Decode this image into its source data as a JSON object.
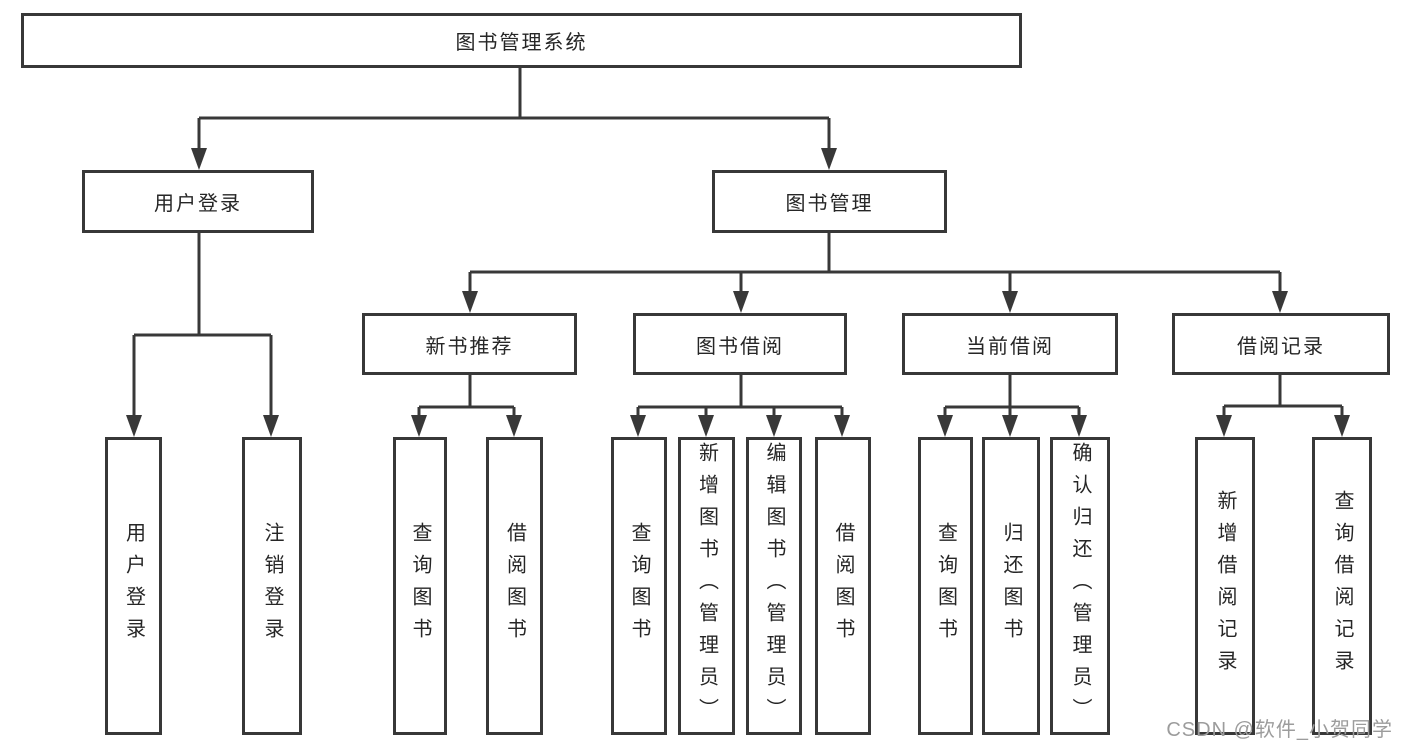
{
  "tree": {
    "label": "图书管理系统",
    "children": [
      {
        "label": "用户登录",
        "children": [
          {
            "label": "用户登录"
          },
          {
            "label": "注销登录"
          }
        ]
      },
      {
        "label": "图书管理",
        "children": [
          {
            "label": "新书推荐",
            "children": [
              {
                "label": "查询图书"
              },
              {
                "label": "借阅图书"
              }
            ]
          },
          {
            "label": "图书借阅",
            "children": [
              {
                "label": "查询图书"
              },
              {
                "label": "新增图书（管理员）"
              },
              {
                "label": "编辑图书（管理员）"
              },
              {
                "label": "借阅图书"
              }
            ]
          },
          {
            "label": "当前借阅",
            "children": [
              {
                "label": "查询图书"
              },
              {
                "label": "归还图书"
              },
              {
                "label": "确认归还（管理员）"
              }
            ]
          },
          {
            "label": "借阅记录",
            "children": [
              {
                "label": "新增借阅记录"
              },
              {
                "label": "查询借阅记录"
              }
            ]
          }
        ]
      }
    ]
  },
  "watermark": {
    "text": "CSDN @软件_小贺同学"
  },
  "colors": {
    "line": "#383838",
    "text": "#262626",
    "watermark": "#9c9c9c",
    "background": "#ffffff"
  }
}
